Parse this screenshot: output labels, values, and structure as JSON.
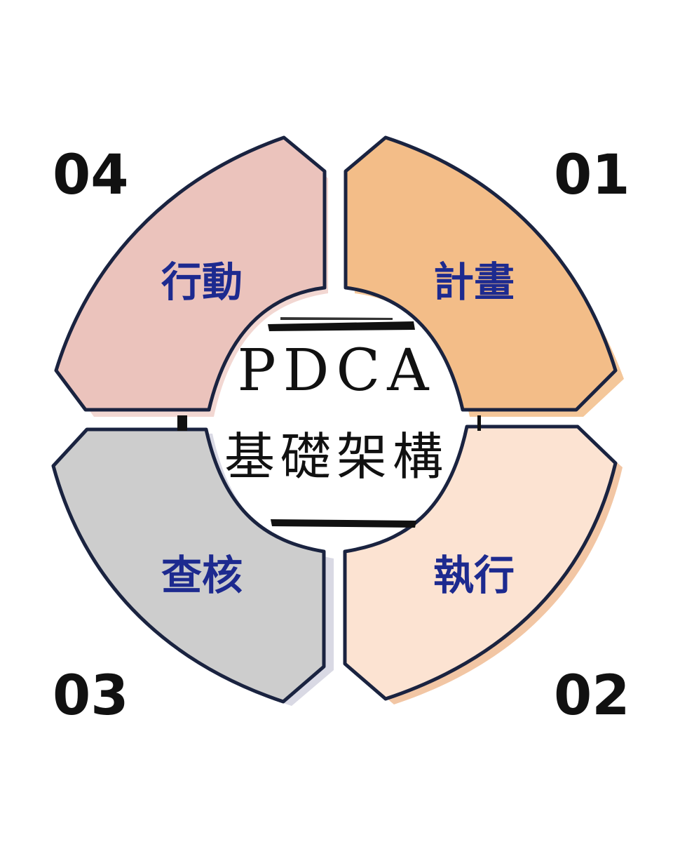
{
  "diagram": {
    "center": {
      "title": "PDCA",
      "subtitle": "基礎架構"
    },
    "segments": [
      {
        "id": "plan",
        "number": "01",
        "label": "計畫",
        "fill": "#f3bd88",
        "shadow": "#f4c79a"
      },
      {
        "id": "do",
        "number": "02",
        "label": "執行",
        "fill": "#fce3d2",
        "shadow": "#f2c6a4"
      },
      {
        "id": "check",
        "number": "03",
        "label": "查核",
        "fill": "#cdcdcd",
        "shadow": "#d9d9e4"
      },
      {
        "id": "act",
        "number": "04",
        "label": "行動",
        "fill": "#ebc3bc",
        "shadow": "#f2d7d2"
      }
    ],
    "colors": {
      "outline": "#1a2340",
      "label": "#1d2a8f",
      "number": "#111111"
    }
  }
}
